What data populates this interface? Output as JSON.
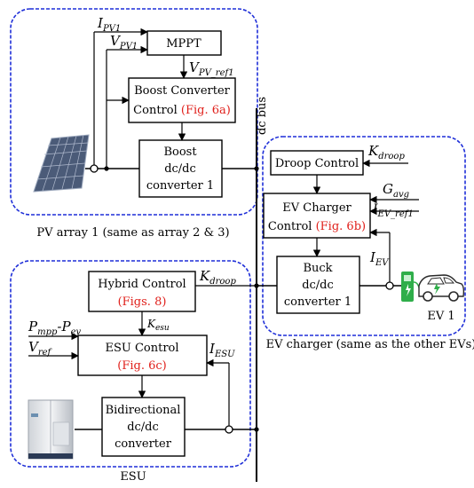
{
  "colors": {
    "region_border": "#1f2fd8",
    "line": "#000000",
    "highlight": "#e0201b",
    "ev_green": "#2fae4a",
    "panel_blue": "#5b6b86"
  },
  "regions": {
    "pv_caption": "PV array 1 (same as array 2 & 3)",
    "ev_caption": "EV charger (same as the other EVs)",
    "esu_caption": "ESU"
  },
  "blocks": {
    "mppt": "MPPT",
    "boost_control": {
      "line1": "Boost Converter",
      "line2": "Control",
      "ref": "(Fig. 6a)"
    },
    "boost_converter": {
      "line1": "Boost",
      "line2": "dc/dc",
      "line3": "converter 1"
    },
    "droop_control": "Droop Control",
    "ev_charger_control": {
      "line1": "EV Charger",
      "line2": "Control",
      "ref": "(Fig. 6b)"
    },
    "buck_converter": {
      "line1": "Buck",
      "line2": "dc/dc",
      "line3": "converter 1"
    },
    "hybrid_control": {
      "line1": "Hybrid Control",
      "ref": "(Figs. 8)"
    },
    "esu_control": {
      "line1": "ESU Control",
      "ref": "(Fig. 6c)"
    },
    "bidirectional_converter": {
      "line1": "Bidirectional",
      "line2": "dc/dc",
      "line3": "converter"
    }
  },
  "bus_label": "dc bus",
  "ev_label": "EV 1",
  "signals": {
    "ipv": {
      "base": "I",
      "sub": "PV1"
    },
    "vpv": {
      "base": "V",
      "sub": "PV1"
    },
    "vpvref": {
      "base": "V",
      "sub": "PV_ref1"
    },
    "kdroop_ev": {
      "base": "K",
      "sub": "droop"
    },
    "gavg": {
      "base": "G",
      "sub": "avg"
    },
    "iev_ref": {
      "base": "I",
      "sub": "EV_ref1"
    },
    "iev": {
      "base": "I",
      "sub": "EV"
    },
    "kdroop_hyb": {
      "base": "K",
      "sub": "droop"
    },
    "kesu": {
      "base": "K",
      "sub": "esu"
    },
    "iesu": {
      "base": "I",
      "sub": "ESU"
    },
    "pmpp": {
      "p1": "P",
      "s1": "mpp",
      "dash": "-",
      "p2": "P",
      "s2": "ev"
    },
    "vref": {
      "base": "V",
      "sub": "ref"
    }
  }
}
